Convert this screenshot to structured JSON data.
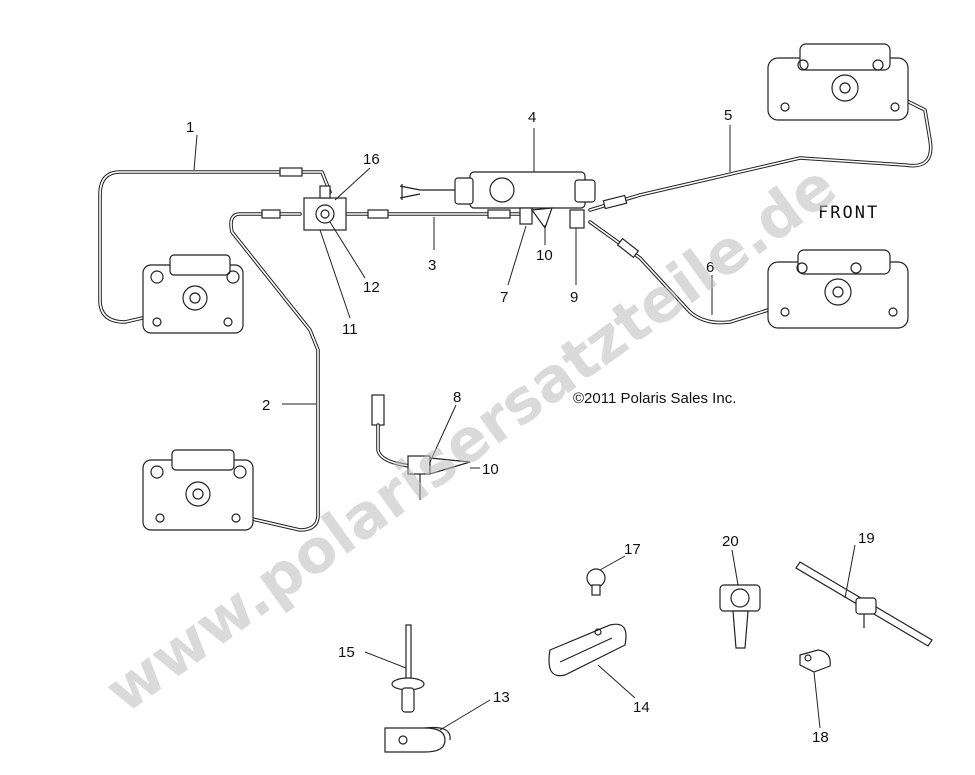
{
  "watermark": "www.polarisersatzteile.de",
  "copyright": "©2011 Polaris Sales Inc.",
  "direction_label": "FRONT",
  "callouts": [
    "1",
    "2",
    "3",
    "4",
    "5",
    "6",
    "7",
    "8",
    "9",
    "10",
    "10",
    "11",
    "12",
    "13",
    "14",
    "15",
    "16",
    "17",
    "18",
    "19",
    "20"
  ],
  "colors": {
    "line": "#222222",
    "watermark": "#bdbdbd",
    "background": "#ffffff"
  }
}
